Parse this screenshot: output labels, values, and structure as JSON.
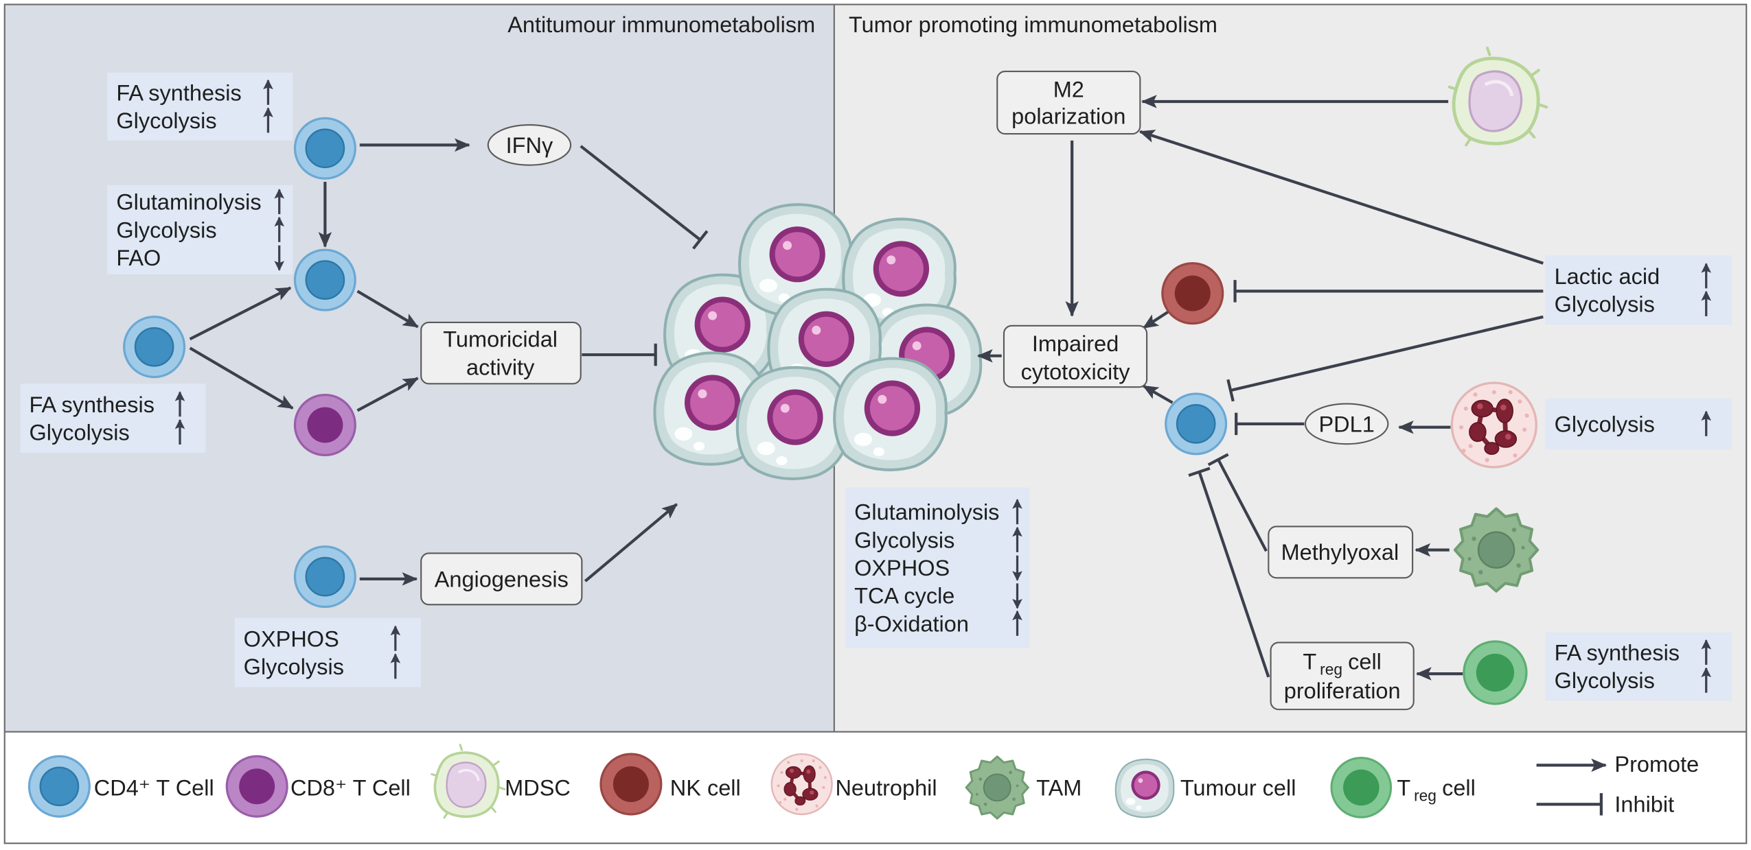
{
  "panels": {
    "left_title": "Antitumour immunometabolism",
    "right_title": "Tumor promoting immunometabolism"
  },
  "nodes": {
    "ifng": "IFNγ",
    "tumoricidal": [
      "Tumoricidal",
      "activity"
    ],
    "angiogenesis": "Angiogenesis",
    "m2": [
      "M2",
      "polarization"
    ],
    "impaired": [
      "Impaired",
      "cytotoxicity"
    ],
    "pdl1": "PDL1",
    "methylyoxal": "Methylyoxal",
    "treg_proliferation": {
      "main": "T",
      "sub": "reg",
      "rest": "cell",
      "line2": "proliferation"
    }
  },
  "metabolism": [
    {
      "items": [
        {
          "label": "FA synthesis",
          "arrow_icon": "up-arrow-icon"
        },
        {
          "label": "Glycolysis",
          "arrow_icon": "up-arrow-icon"
        }
      ]
    },
    {
      "items": [
        {
          "label": "Glutaminolysis",
          "arrow_icon": "up-arrow-icon"
        },
        {
          "label": "Glycolysis",
          "arrow_icon": "up-arrow-icon"
        },
        {
          "label": "FAO",
          "arrow_icon": "down-arrow-icon"
        }
      ]
    },
    {
      "items": [
        {
          "label": "FA synthesis",
          "arrow_icon": "up-arrow-icon"
        },
        {
          "label": "Glycolysis",
          "arrow_icon": "up-arrow-icon"
        }
      ]
    },
    {
      "items": [
        {
          "label": "OXPHOS",
          "arrow_icon": "up-arrow-icon"
        },
        {
          "label": "Glycolysis",
          "arrow_icon": "up-arrow-icon"
        }
      ]
    },
    {
      "items": [
        {
          "label": "Glutaminolysis",
          "arrow_icon": "up-arrow-icon"
        },
        {
          "label": "Glycolysis",
          "arrow_icon": "up-arrow-icon"
        },
        {
          "label": "OXPHOS",
          "arrow_icon": "down-arrow-icon"
        },
        {
          "label": "TCA cycle",
          "arrow_icon": "down-arrow-icon"
        },
        {
          "label": "β-Oxidation",
          "arrow_icon": "up-arrow-icon"
        }
      ]
    },
    {
      "items": [
        {
          "label": "Lactic acid",
          "arrow_icon": "up-arrow-icon"
        },
        {
          "label": "Glycolysis",
          "arrow_icon": "up-arrow-icon"
        }
      ]
    },
    {
      "items": [
        {
          "label": "Glycolysis",
          "arrow_icon": "up-arrow-icon"
        }
      ]
    },
    {
      "items": [
        {
          "label": "FA synthesis",
          "arrow_icon": "up-arrow-icon"
        },
        {
          "label": "Glycolysis",
          "arrow_icon": "up-arrow-icon"
        }
      ]
    }
  ],
  "legend": {
    "cd4": "CD4⁺ T Cell",
    "cd8": "CD8⁺ T Cell",
    "mdsc": "MDSC",
    "nk": "NK cell",
    "neutrophil": "Neutrophil",
    "tam": "TAM",
    "tumour": "Tumour cell",
    "treg": {
      "main": "T",
      "sub": "reg",
      "rest": "cell"
    },
    "promote": "Promote",
    "inhibit": "Inhibit"
  },
  "colors": {
    "left_panel": "#d9dde5",
    "right_panel": "#ececec",
    "metabolism_box": "#dfe8f4",
    "node_box": "#f0f0f0",
    "connector": "#3b404c"
  }
}
